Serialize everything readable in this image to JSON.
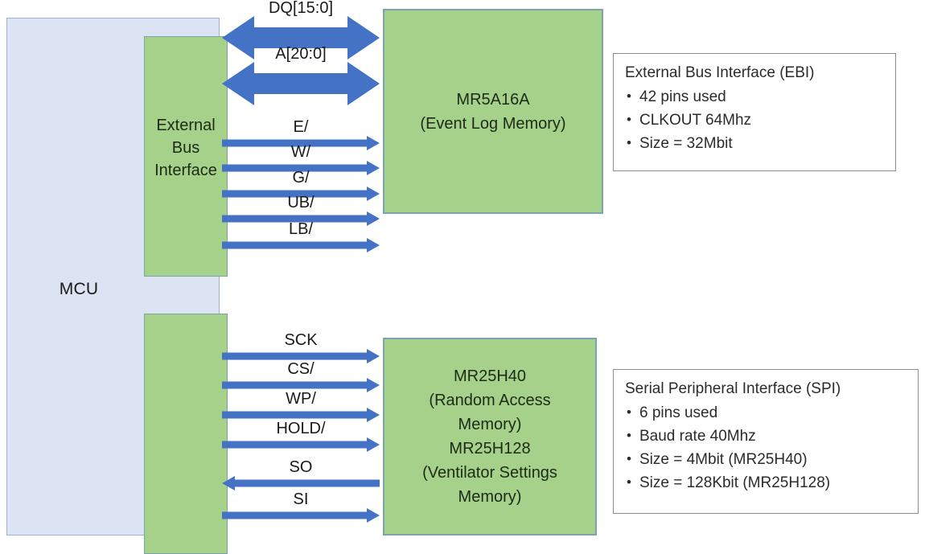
{
  "mcu": {
    "label": "MCU",
    "interfaces": [
      {
        "name": "ebi",
        "label": "External\nBus\nInterface"
      },
      {
        "name": "spi",
        "label": ""
      }
    ]
  },
  "memories": [
    {
      "name": "event-log-memory",
      "lines": [
        "MR5A16A",
        "(Event Log Memory)"
      ]
    },
    {
      "name": "ventilator-settings-memory",
      "lines": [
        "MR25H40",
        "(Random Access",
        "Memory)",
        "MR25H128",
        "(Ventilator Settings",
        "Memory)"
      ]
    }
  ],
  "notes": [
    {
      "name": "ebi-note",
      "title": "External Bus Interface (EBI)",
      "bullets": [
        "42 pins used",
        "CLKOUT 64Mhz",
        "Size = 32Mbit"
      ]
    },
    {
      "name": "spi-note",
      "title": "Serial Peripheral Interface (SPI)",
      "bullets": [
        "6 pins used",
        "Baud rate 40Mhz",
        "Size = 4Mbit (MR25H40)",
        "Size = 128Kbit (MR25H128)"
      ]
    }
  ],
  "signals": {
    "ebi": [
      {
        "label": "DQ[15:0]",
        "direction": "bidirectional"
      },
      {
        "label": "A[20:0]",
        "direction": "bidirectional"
      },
      {
        "label": "E/",
        "direction": "right"
      },
      {
        "label": "W/",
        "direction": "right"
      },
      {
        "label": "G/",
        "direction": "right"
      },
      {
        "label": "UB/",
        "direction": "right"
      },
      {
        "label": "LB/",
        "direction": "right"
      }
    ],
    "spi": [
      {
        "label": "SCK",
        "direction": "right"
      },
      {
        "label": "CS/",
        "direction": "right"
      },
      {
        "label": "WP/",
        "direction": "right"
      },
      {
        "label": "HOLD/",
        "direction": "right"
      },
      {
        "label": "SO",
        "direction": "left"
      },
      {
        "label": "SI",
        "direction": "right"
      }
    ]
  },
  "colors": {
    "mcu_fill": "#dce3f2",
    "interface_fill": "#a6d18a",
    "arrow_blue": "#4472c4",
    "memory_fill": "#a6d18a",
    "note_border": "#8c8c8c"
  }
}
